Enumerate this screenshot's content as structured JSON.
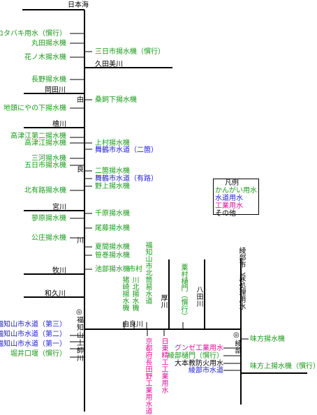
{
  "rivers": {
    "sea": "日本海",
    "okada": "岡田川",
    "hinoki": "檜川",
    "miya": "宮川",
    "maki": "牧川",
    "wakuhisa": "和久川",
    "kutami": "久田美川",
    "yura": "由良川",
    "main_upper": [
      "由",
      "良",
      "川"
    ],
    "main_lower_mark": "◎",
    "main_lower": [
      "福",
      "知",
      "山",
      "土",
      "師",
      "川"
    ],
    "kamanaka": "厚川",
    "hatta": "八田川",
    "ayabe_mark": "◎",
    "ayabe": "綾部"
  },
  "left_facilities": [
    {
      "label": "コタバキ用水（慣行）",
      "kind": "irrigation"
    },
    {
      "label": "丸田揚水機",
      "kind": "irrigation"
    },
    {
      "label": "花ノ木揚水機",
      "kind": "irrigation"
    },
    {
      "label": "長野揚水機",
      "kind": "irrigation"
    },
    {
      "label": "地頭にやの下揚水機",
      "kind": "irrigation"
    },
    {
      "label": "高津江第二揚水機",
      "kind": "irrigation"
    },
    {
      "label": "高津江揚水機",
      "kind": "irrigation"
    },
    {
      "label": "三河揚水機",
      "kind": "irrigation"
    },
    {
      "label": "五日市揚水機",
      "kind": "irrigation"
    },
    {
      "label": "北有路揚水機",
      "kind": "irrigation"
    },
    {
      "label": "蓼原揚水機",
      "kind": "irrigation"
    },
    {
      "label": "公庄揚水機",
      "kind": "irrigation"
    },
    {
      "label": "福知山市水道（第三）",
      "kind": "water"
    },
    {
      "label": "福知山市水道（第二）",
      "kind": "water"
    },
    {
      "label": "福知山市水道（第一）",
      "kind": "water"
    },
    {
      "label": "堀井口堰（慣行）",
      "kind": "irrigation"
    }
  ],
  "right_facilities": [
    {
      "label": "三日市揚水機（慣行）",
      "kind": "irrigation"
    },
    {
      "label": "桑飼下揚水機",
      "kind": "irrigation"
    },
    {
      "label": "上村揚水機",
      "kind": "irrigation"
    },
    {
      "label": "舞鶴市水道（二箇）",
      "kind": "water"
    },
    {
      "label": "二箇揚水機",
      "kind": "irrigation"
    },
    {
      "label": "舞鶴市水道（有路）",
      "kind": "water"
    },
    {
      "label": "野上揚水機",
      "kind": "irrigation"
    },
    {
      "label": "千原揚水機",
      "kind": "irrigation"
    },
    {
      "label": "尾藤揚水機",
      "kind": "irrigation"
    },
    {
      "label": "夏間揚水機",
      "kind": "irrigation"
    },
    {
      "label": "笹巻揚水機",
      "kind": "irrigation"
    },
    {
      "label": "池部揚水機",
      "kind": "irrigation"
    },
    {
      "label": "市村",
      "kind": "irrigation"
    },
    {
      "label": "味方揚水機",
      "kind": "irrigation"
    },
    {
      "label": "味方上揚水機（慣行）",
      "kind": "irrigation"
    }
  ],
  "vertical_labels": {
    "fuku_kita": "福知山市北筒易水道",
    "inozaki": "猪崎揚水機",
    "kawakita": "川北揚水機",
    "kuriya": "粟村樋門（慣行）",
    "ayabe_sewage": "綾部市し尿処理用水",
    "kyoto_nagata": "京都府長田野工業用水道",
    "nitto": "日東精工工業用水"
  },
  "ayabe_block": [
    {
      "label": "グンゼ工業用水",
      "kind": "industrial"
    },
    {
      "label": "綾部樋門（慣行）",
      "kind": "irrigation"
    },
    {
      "label": "大本教防火用水",
      "kind": "other"
    },
    {
      "label": "綾部市水道",
      "kind": "water"
    }
  ],
  "legend": {
    "title": "凡例",
    "items": [
      {
        "label": "かんがい用水",
        "kind": "irrigation"
      },
      {
        "label": "水道用水",
        "kind": "water"
      },
      {
        "label": "工業用水",
        "kind": "industrial"
      },
      {
        "label": "その他",
        "kind": "other"
      }
    ]
  },
  "colors": {
    "irrigation": "#1a9a1a",
    "water": "#2222cc",
    "industrial": "#dd1199",
    "other": "#000000"
  }
}
